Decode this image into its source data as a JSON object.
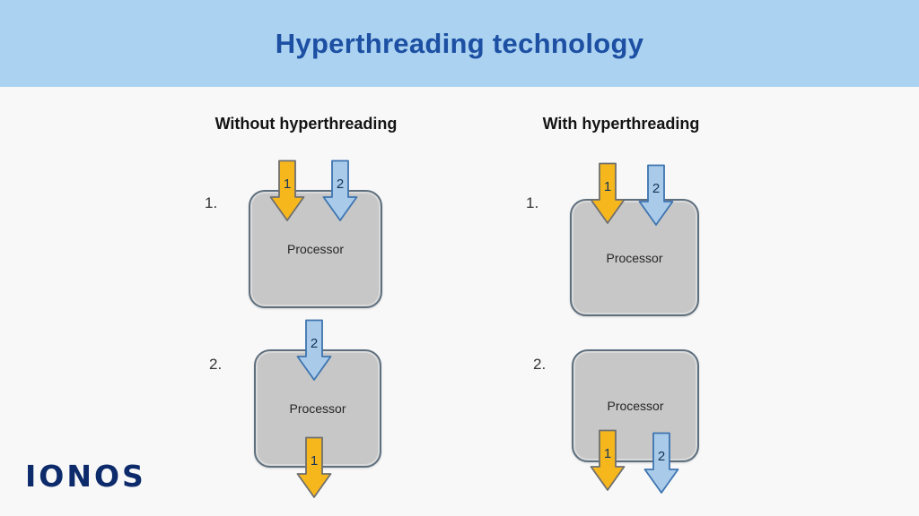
{
  "banner": {
    "title": "Hyperthreading technology"
  },
  "logo": {
    "text": "IONOS"
  },
  "columns": [
    {
      "heading": "Without hyperthreading",
      "rows": [
        {
          "index": "1.",
          "processor_label": "Processor",
          "top_arrows": [
            {
              "label": "1",
              "thread": "yellow"
            },
            {
              "label": "2",
              "thread": "blue"
            }
          ],
          "bottom_arrows": []
        },
        {
          "index": "2.",
          "processor_label": "Processor",
          "top_arrows": [
            {
              "label": "2",
              "thread": "blue"
            }
          ],
          "bottom_arrows": [
            {
              "label": "1",
              "thread": "yellow"
            }
          ]
        }
      ]
    },
    {
      "heading": "With hyperthreading",
      "rows": [
        {
          "index": "1.",
          "processor_label": "Processor",
          "top_arrows": [
            {
              "label": "1",
              "thread": "yellow"
            },
            {
              "label": "2",
              "thread": "blue"
            }
          ],
          "bottom_arrows": []
        },
        {
          "index": "2.",
          "processor_label": "Processor",
          "top_arrows": [],
          "bottom_arrows": [
            {
              "label": "1",
              "thread": "yellow"
            },
            {
              "label": "2",
              "thread": "blue"
            }
          ]
        }
      ]
    }
  ],
  "colors": {
    "banner_bg": "#ABD3F1",
    "title_blue": "#1D4FA3",
    "page_bg": "#F8F8F8",
    "heading_dark": "#141414",
    "box_fill": "#C7C7C7",
    "box_border": "#5E6F7E",
    "arrow_yellow": "#F6B71D",
    "arrow_yellow_border": "#6F6F6F",
    "arrow_blue": "#A9CBE9",
    "arrow_blue_border": "#3E74B0",
    "number_navy": "#15325A",
    "logo_navy": "#0D2B6B"
  }
}
